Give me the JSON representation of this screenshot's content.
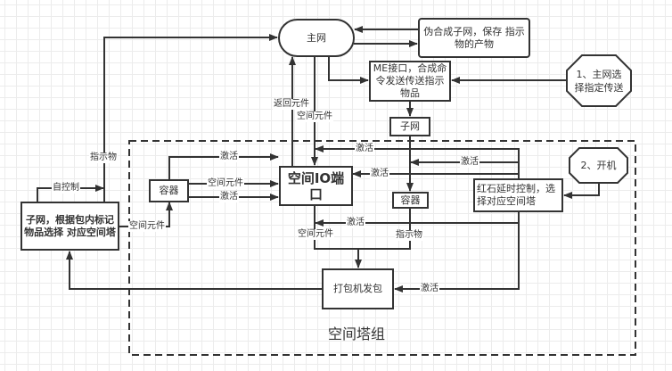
{
  "nodes": {
    "main_net": "主网",
    "pseudo_subnet": "伪合成子网，保存 指示物的产物",
    "me_interface": "ME接口，合成命令发送传送指示物品",
    "octagon_1": "1、主网选择指定传送",
    "subnet": "子网",
    "octagon_2": "2、开机",
    "container_left": "容器",
    "space_io": "空间IO端口",
    "container_mid": "容器",
    "redstone": "红石延时控制，选择对应空间塔",
    "left_subnet": "子网，根据包内标记物品选择 对应空间塔",
    "packer": "打包机发包"
  },
  "group": {
    "title": "空间塔组"
  },
  "edge_labels": {
    "return_parts": "返回元件",
    "space_parts_down": "空间元件",
    "indicator_left": "指示物",
    "self_control": "自控制",
    "activate_top_left": "激活",
    "space_parts_container": "空间元件",
    "activate_container": "激活",
    "space_parts_from_left": "空间元件",
    "activate_top": "激活",
    "activate_subnet": "激活",
    "activate_io": "激活",
    "activate_lower": "激活",
    "space_parts_io_out": "空间元件",
    "indicator_container": "指示物",
    "activate_packer": "激活"
  }
}
